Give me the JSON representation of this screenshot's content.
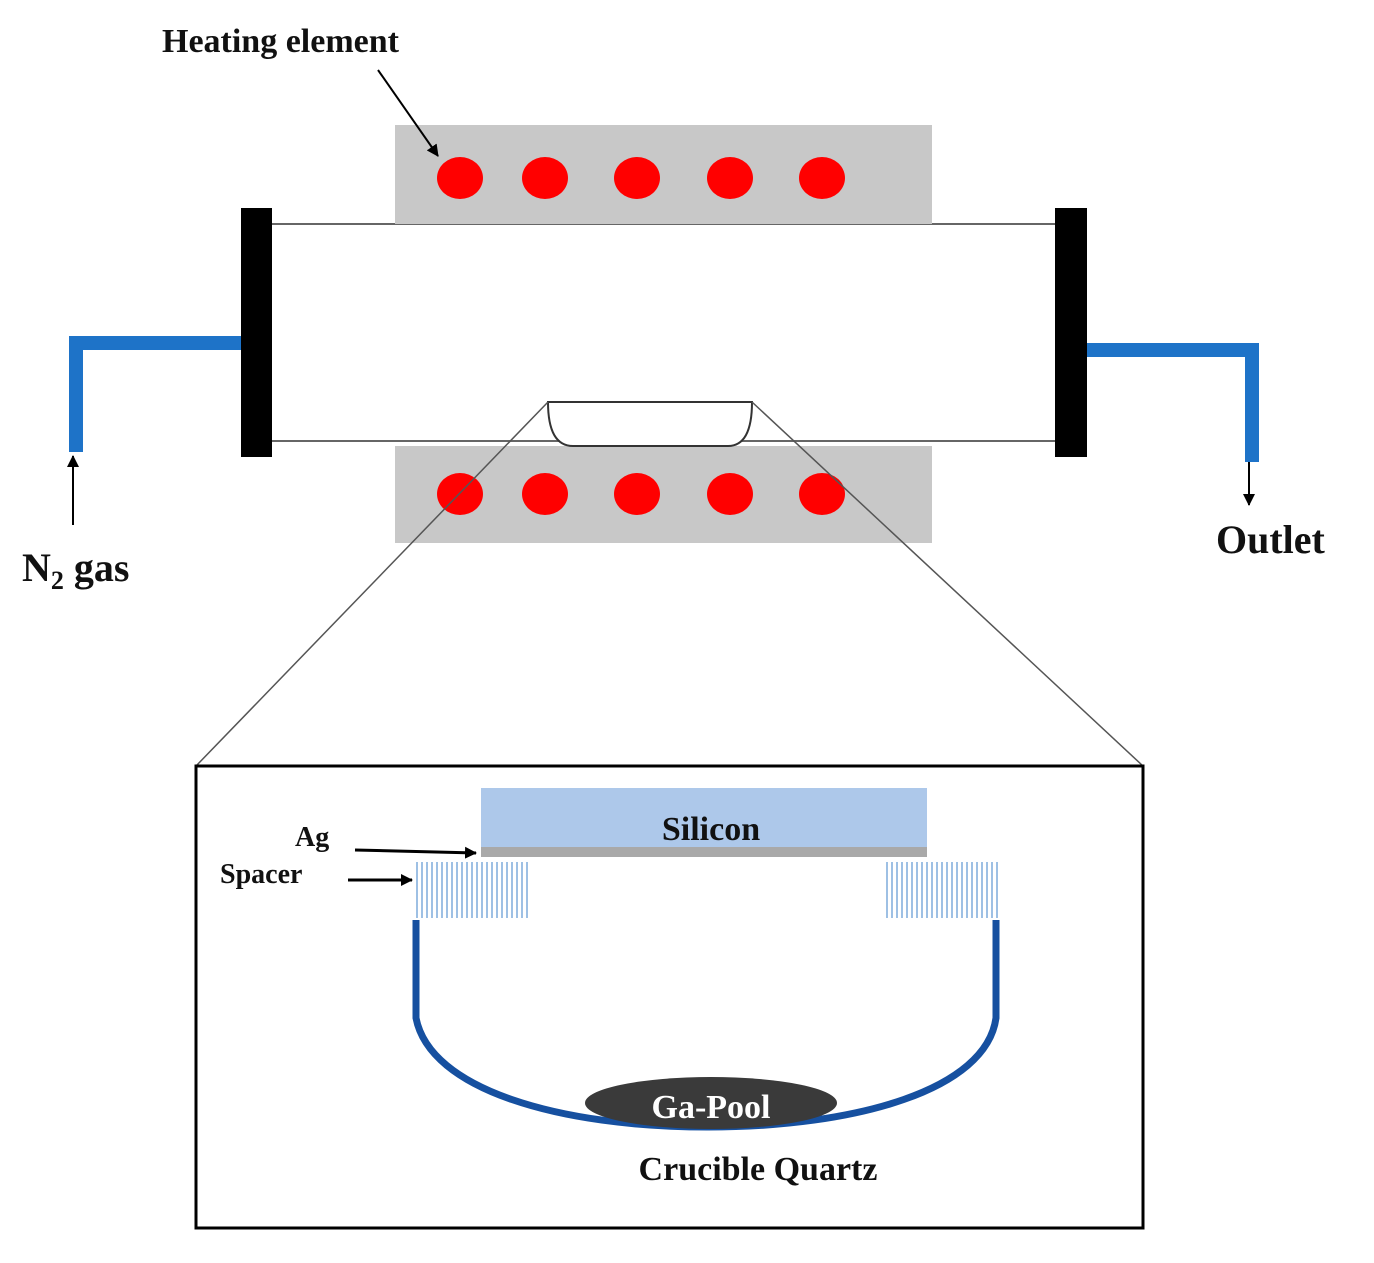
{
  "labels": {
    "heating_element": "Heating element",
    "n2_gas_main": "N",
    "n2_gas_sub": "2",
    "n2_gas_rest": " gas",
    "outlet": "Outlet",
    "ag": "Ag",
    "spacer": "Spacer",
    "silicon": "Silicon",
    "ga_pool": "Ga-Pool",
    "crucible": "Crucible Quartz"
  },
  "colors": {
    "heater_block": "#c8c8c8",
    "heating_dot": "#ff0000",
    "end_cap": "#000000",
    "gas_pipe": "#1e73c8",
    "silicon": "#adc8ea",
    "ag_layer": "#a9a9a9",
    "spacer": "#9ec0e4",
    "crucible": "#1650a0",
    "ga_pool": "#3a3a3a"
  }
}
